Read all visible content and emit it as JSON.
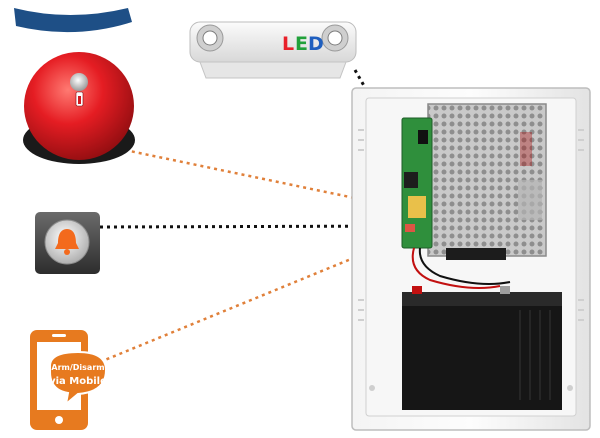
{
  "diagram": {
    "led_light": {
      "label_letters": [
        "L",
        "E",
        "D"
      ],
      "letter_colors": [
        "#e8202a",
        "#21a13a",
        "#1f5fbf"
      ]
    },
    "mobile_app": {
      "badge_line1": "Arm/Disarm",
      "badge_line2": "via Mobile"
    },
    "connector_styles": {
      "led_light_link": "black dotted",
      "bell_link": "orange dotted",
      "bell_button_link": "black dotted",
      "mobile_link": "orange dotted"
    },
    "icons": [
      "blue-banner-shape",
      "red-alarm-bell-icon",
      "bell-button-icon",
      "led-emergency-light-icon",
      "phone-icon",
      "control-panel-enclosure",
      "power-supply-unit",
      "backup-battery"
    ],
    "colors": {
      "bell_red": "#e21f24",
      "phone_orange": "#e77a1f",
      "banner_blue": "#1e4f86",
      "orange_line": "#e0803a",
      "black_line": "#111111",
      "bell_button_orange": "#f36a1d"
    }
  }
}
